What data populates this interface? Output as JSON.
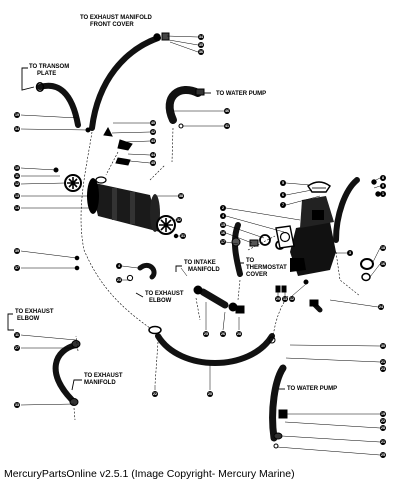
{
  "labels": {
    "exhaust_front_cover": [
      "TO EXHAUST MANIFOLD",
      "FRONT COVER"
    ],
    "transom_plate": [
      "TO TRANSOM",
      "PLATE"
    ],
    "water_pump_top": "TO WATER PUMP",
    "intake_manifold": [
      "TO INTAKE",
      "MANIFOLD"
    ],
    "exhaust_elbow_mid": [
      "TO EXHAUST",
      "ELBOW"
    ],
    "thermostat_cover": [
      "TO",
      "THERMOSTAT",
      "COVER"
    ],
    "exhaust_elbow_left": [
      "TO EXHAUST",
      "ELBOW"
    ],
    "exhaust_manifold_left": [
      "TO EXHAUST",
      "MANIFOLD"
    ],
    "water_pump_bottom": "TO WATER PUMP"
  },
  "callouts": [
    {
      "id": "c34a",
      "n": "34"
    },
    {
      "id": "c35a",
      "n": "35"
    },
    {
      "id": "c36a",
      "n": "36"
    },
    {
      "id": "c19a",
      "n": "19"
    },
    {
      "id": "c34b",
      "n": "34"
    },
    {
      "id": "c40",
      "n": "40"
    },
    {
      "id": "c42",
      "n": "42"
    },
    {
      "id": "c43",
      "n": "43"
    },
    {
      "id": "c44",
      "n": "44"
    },
    {
      "id": "c45",
      "n": "45"
    },
    {
      "id": "c46",
      "n": "46"
    },
    {
      "id": "c41",
      "n": "41"
    },
    {
      "id": "c10",
      "n": "10"
    },
    {
      "id": "c11",
      "n": "11"
    },
    {
      "id": "c12",
      "n": "12"
    },
    {
      "id": "c13",
      "n": "13"
    },
    {
      "id": "c14",
      "n": "14"
    },
    {
      "id": "c38",
      "n": "38"
    },
    {
      "id": "c39",
      "n": "39"
    },
    {
      "id": "c37",
      "n": "37"
    },
    {
      "id": "c32",
      "n": "32"
    },
    {
      "id": "c31",
      "n": "31"
    },
    {
      "id": "c5",
      "n": "5"
    },
    {
      "id": "c6",
      "n": "6"
    },
    {
      "id": "c7",
      "n": "7"
    },
    {
      "id": "c8",
      "n": "8"
    },
    {
      "id": "c9",
      "n": "9"
    },
    {
      "id": "c1",
      "n": "1"
    },
    {
      "id": "c2",
      "n": "2"
    },
    {
      "id": "c3",
      "n": "3"
    },
    {
      "id": "c4",
      "n": "4"
    },
    {
      "id": "c15",
      "n": "15"
    },
    {
      "id": "c16",
      "n": "16"
    },
    {
      "id": "c17",
      "n": "17"
    },
    {
      "id": "c18",
      "n": "18"
    },
    {
      "id": "c16b",
      "n": "16"
    },
    {
      "id": "c4b",
      "n": "4"
    },
    {
      "id": "c23",
      "n": "23"
    },
    {
      "id": "c24",
      "n": "24"
    },
    {
      "id": "c25",
      "n": "25"
    },
    {
      "id": "c26",
      "n": "26"
    },
    {
      "id": "c28",
      "n": "28"
    },
    {
      "id": "c29",
      "n": "29"
    },
    {
      "id": "c13b",
      "n": "13"
    },
    {
      "id": "c12b",
      "n": "12"
    },
    {
      "id": "c11b",
      "n": "11"
    },
    {
      "id": "c27",
      "n": "27"
    },
    {
      "id": "c33",
      "n": "33"
    },
    {
      "id": "c30",
      "n": "30"
    },
    {
      "id": "c21",
      "n": "21"
    },
    {
      "id": "c22",
      "n": "22"
    },
    {
      "id": "c20",
      "n": "20"
    },
    {
      "id": "c19b",
      "n": "19"
    },
    {
      "id": "c28b",
      "n": "28"
    },
    {
      "id": "c21b",
      "n": "21"
    },
    {
      "id": "c25b",
      "n": "25"
    },
    {
      "id": "c23b",
      "n": "23"
    },
    {
      "id": "c22b",
      "n": "22"
    }
  ],
  "caption": "MercuryPartsOnline v2.5.1 (Image Copyright- Mercury Marine)"
}
